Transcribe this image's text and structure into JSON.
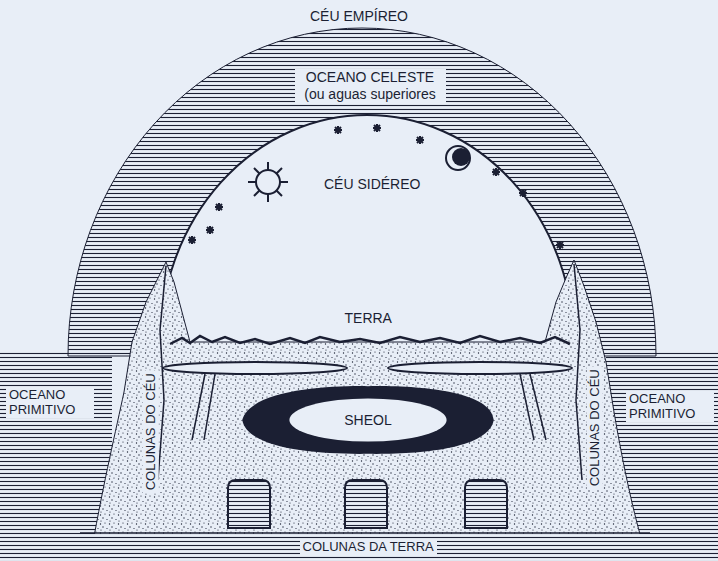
{
  "diagram": {
    "nodes": [
      {
        "text": [
          "SHEOL"
        ]
      }
    ],
    "labels": [
      "CÉU EMPÍREO",
      "OCEANO CELESTE (ou aguas superiores",
      "CÉU SIDÉREO",
      "TERRA",
      "OCEANO PRIMITIVO",
      "COLUNAS DO CÉU",
      "COLUNAS DO CÉU",
      "OCEANO PRIMITIVO",
      "COLUNAS DA TERRA"
    ]
  }
}
